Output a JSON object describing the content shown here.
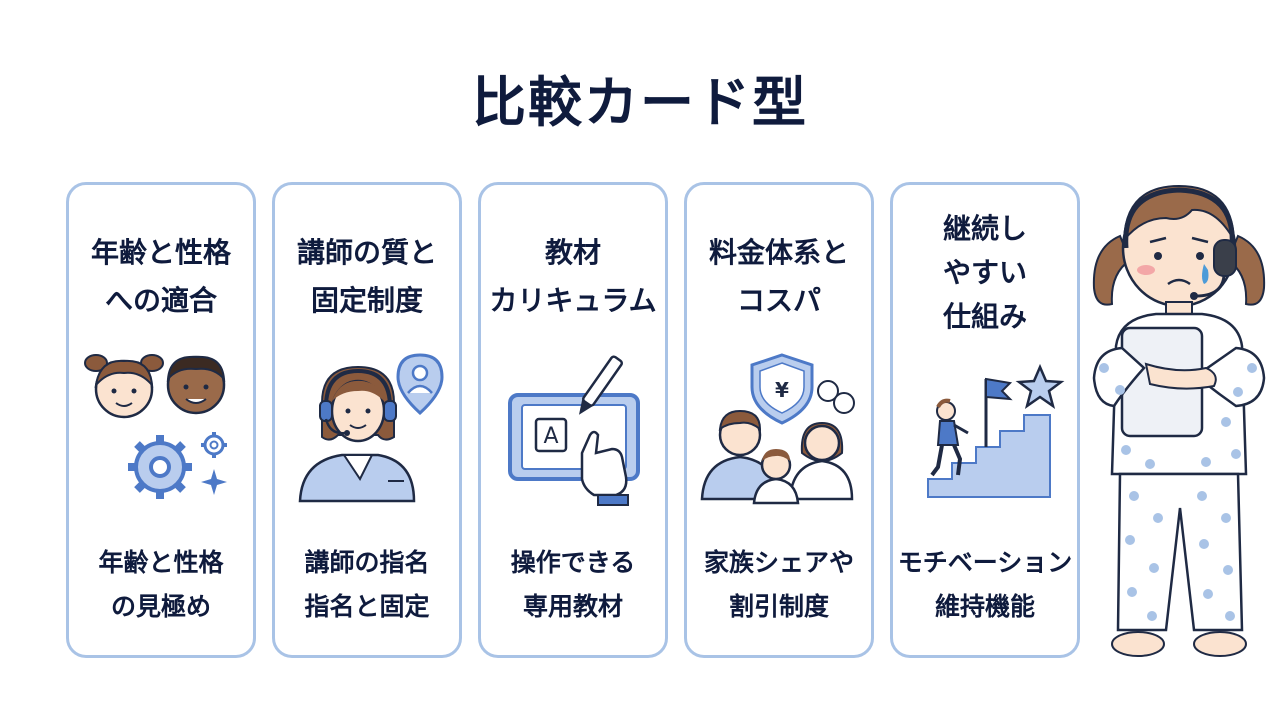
{
  "page": {
    "title": "比較カード型"
  },
  "cards": [
    {
      "title": "年齢と性格\nへの適合",
      "subtitle": "年齢と性格\nの見極め",
      "icon": "children-and-gears-icon"
    },
    {
      "title": "講師の質と\n固定制度",
      "subtitle": "講師の指名\n指名と固定",
      "icon": "headset-teacher-icon"
    },
    {
      "title": "教材\nカリキュラム",
      "subtitle": "操作できる\n専用教材",
      "icon": "tablet-pen-icon"
    },
    {
      "title": "料金体系と\nコスパ",
      "subtitle": "家族シェアや\n割引制度",
      "icon": "family-shield-yen-icon"
    },
    {
      "title": "継続し\nやすい\n仕組み",
      "subtitle": "モチベーション\n維持機能",
      "icon": "stairs-flag-star-icon"
    }
  ],
  "illustration": {
    "icon": "worried-girl-pajamas-icon"
  },
  "colors": {
    "accent": "#4d79c7",
    "card_border": "#a9c3e6",
    "fill_light": "#b9cdee",
    "text": "#0f1b3d"
  },
  "icon_labels": {
    "tablet_letter": "A",
    "currency": "¥"
  }
}
